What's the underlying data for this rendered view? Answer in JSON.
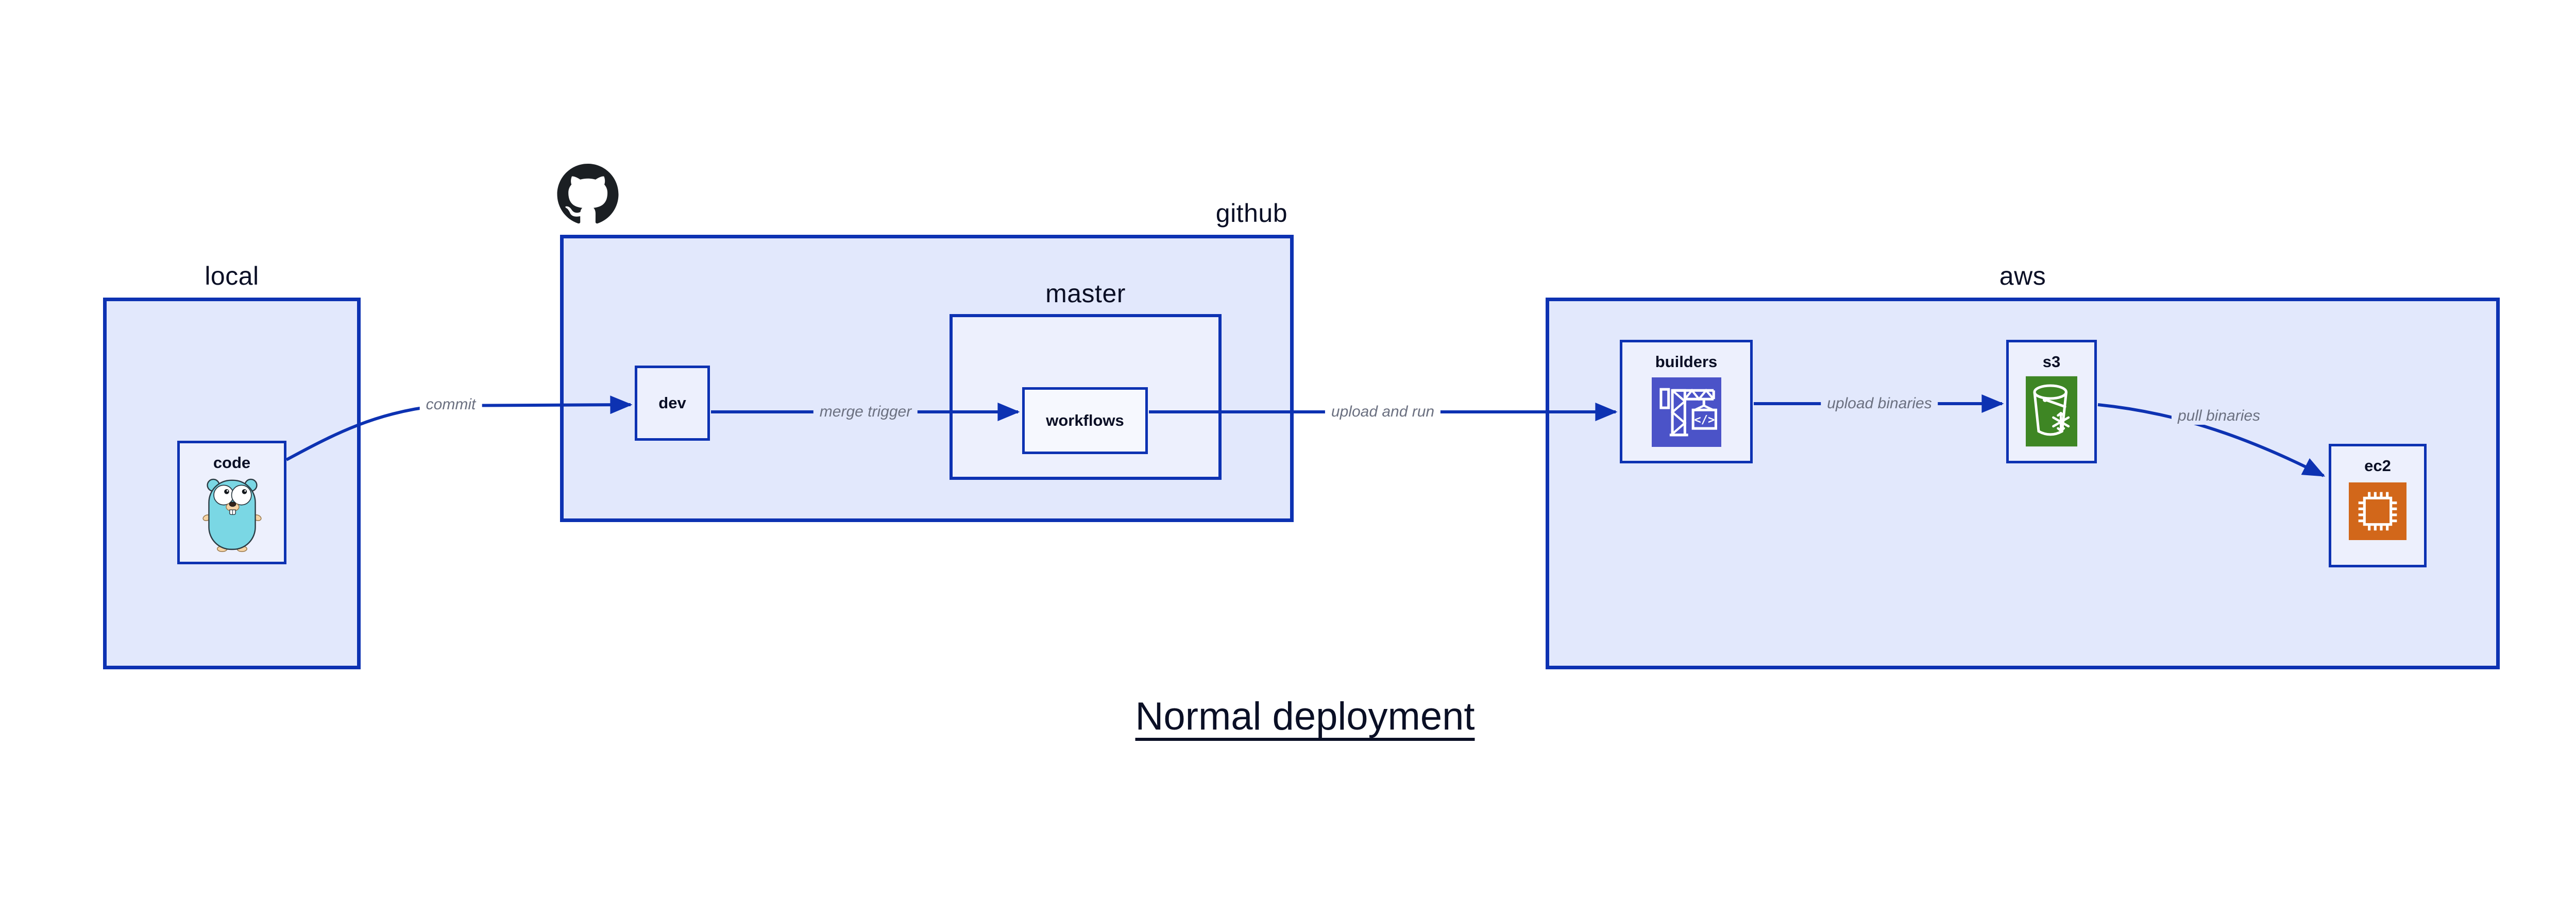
{
  "diagram": {
    "title": "Normal deployment",
    "containers": {
      "local": {
        "label": "local"
      },
      "github": {
        "label": "github"
      },
      "master": {
        "label": "master"
      },
      "aws": {
        "label": "aws"
      }
    },
    "nodes": {
      "code": {
        "label": "code",
        "icon": "go-gopher-icon"
      },
      "dev": {
        "label": "dev"
      },
      "workflows": {
        "label": "workflows"
      },
      "builders": {
        "label": "builders",
        "icon": "aws-codebuild-crane-icon"
      },
      "s3": {
        "label": "s3",
        "icon": "s3-glacier-bucket-icon"
      },
      "ec2": {
        "label": "ec2",
        "icon": "ec2-chip-icon"
      }
    },
    "edges": [
      {
        "from": "code",
        "to": "dev",
        "label": "commit"
      },
      {
        "from": "dev",
        "to": "workflows",
        "label": "merge trigger"
      },
      {
        "from": "workflows",
        "to": "builders",
        "label": "upload and run"
      },
      {
        "from": "builders",
        "to": "s3",
        "label": "upload binaries"
      },
      {
        "from": "s3",
        "to": "ec2",
        "label": "pull binaries"
      }
    ],
    "icons": {
      "codebuild_code_glyph": "</>"
    },
    "colors": {
      "stroke_blue": "#0D32B2",
      "container_fill": "#E2E8FC",
      "node_fill": "#EDF0FD",
      "leaf_fill": "#F6F8FE",
      "text_dark": "#0A0F25",
      "edge_label_gray": "#6B7080",
      "github_black": "#1B1F23",
      "codebuild_purple": "#4B53C8",
      "glacier_green": "#3E8624",
      "ec2_orange": "#D2671A",
      "gopher_teal": "#7AD7E4"
    }
  }
}
